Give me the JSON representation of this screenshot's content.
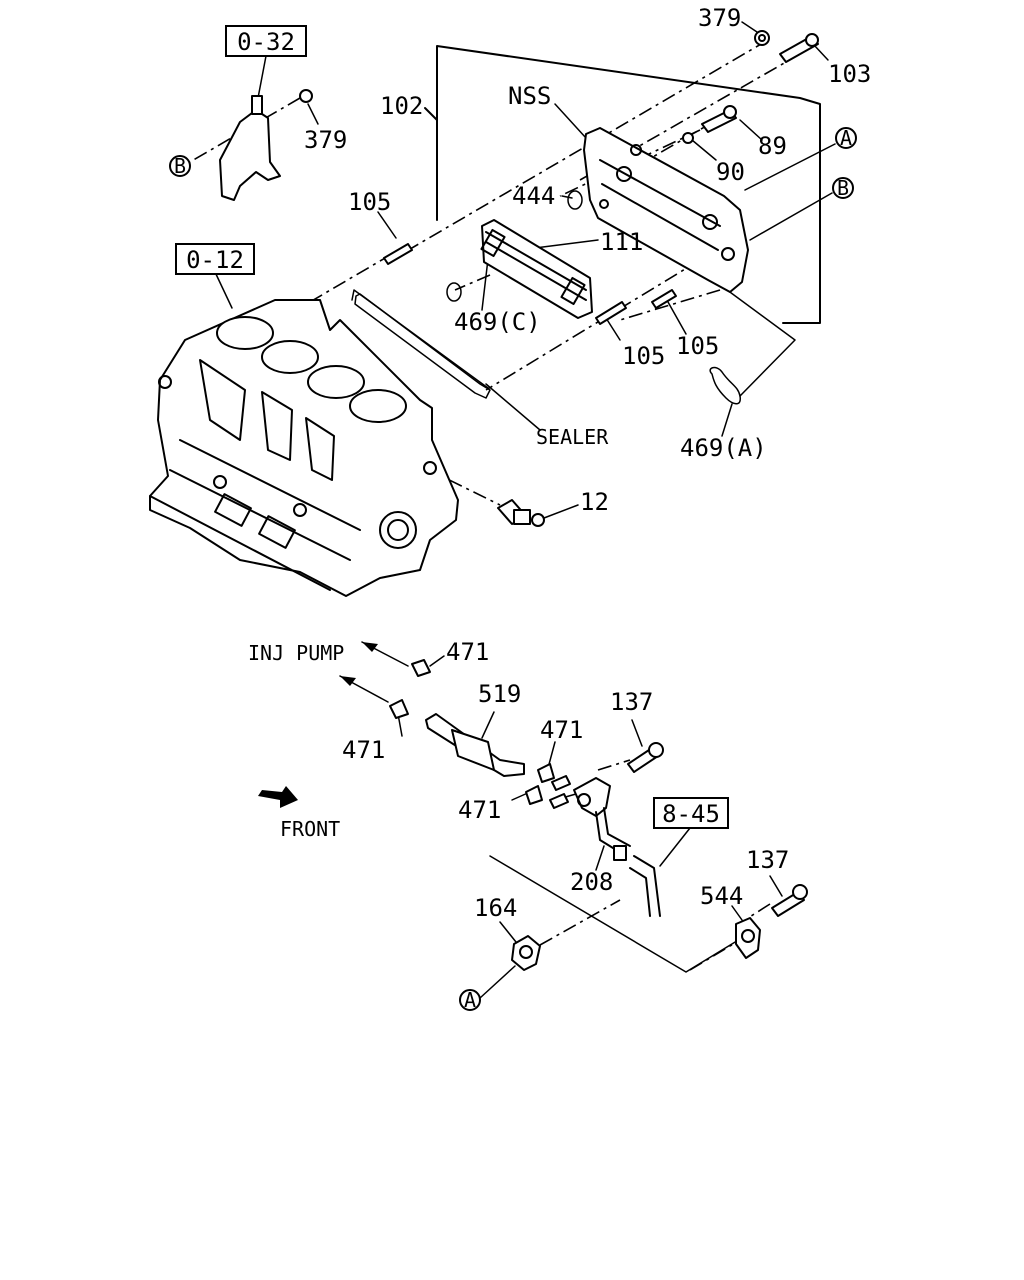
{
  "refs": {
    "r032": "0-32",
    "r012": "0-12",
    "r845": "8-45"
  },
  "labels": {
    "p379a": "379",
    "p103": "103",
    "p379b": "379",
    "p102": "102",
    "pNSS": "NSS",
    "p89": "89",
    "p90": "90",
    "p444": "444",
    "p111": "111",
    "p105a": "105",
    "p105b": "105",
    "p105c": "105",
    "p469c": "469(C)",
    "p469a": "469(A)",
    "pSealer": "SEALER",
    "p12": "12",
    "p471a": "471",
    "p471b": "471",
    "p471c": "471",
    "p471d": "471",
    "p519": "519",
    "p137a": "137",
    "p137b": "137",
    "p208": "208",
    "p164": "164",
    "p544": "544",
    "injPump": "INJ PUMP",
    "front": "FRONT"
  },
  "markers": {
    "a1": "A",
    "b1": "B",
    "b2": "B",
    "a2": "A"
  }
}
